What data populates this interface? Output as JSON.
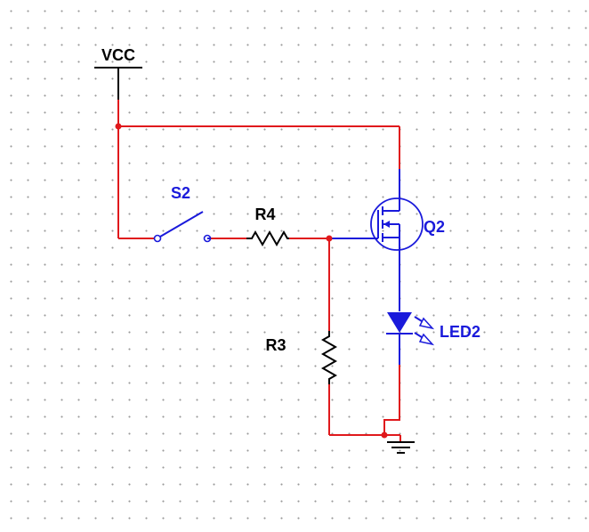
{
  "colors": {
    "wire": "#e0191c",
    "component": "#1a1adb",
    "symbol": "#000000",
    "junction": "#e0191c",
    "grid_dot": "#9a9a9a"
  },
  "labels": {
    "vcc": "VCC",
    "switch": "S2",
    "r4": "R4",
    "r3": "R3",
    "q2": "Q2",
    "led": "LED2"
  },
  "components": [
    {
      "ref": "VCC",
      "kind": "power-rail"
    },
    {
      "ref": "S2",
      "kind": "switch-spst"
    },
    {
      "ref": "R4",
      "kind": "resistor"
    },
    {
      "ref": "R3",
      "kind": "resistor"
    },
    {
      "ref": "Q2",
      "kind": "mosfet-n-channel"
    },
    {
      "ref": "LED2",
      "kind": "led"
    },
    {
      "ref": "GND",
      "kind": "ground"
    }
  ]
}
